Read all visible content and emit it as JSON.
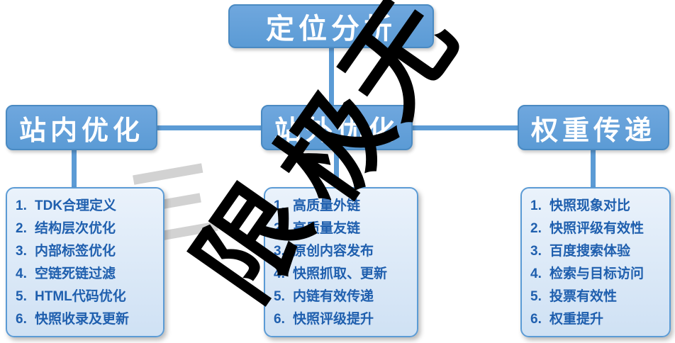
{
  "root": {
    "label": "定位分析"
  },
  "branches": [
    {
      "label": "站内优化",
      "items": [
        {
          "num": "1.",
          "text": "TDK合理定义"
        },
        {
          "num": "2.",
          "text": "结构层次优化"
        },
        {
          "num": "3.",
          "text": "内部标签优化"
        },
        {
          "num": "4.",
          "text": "空链死链过滤"
        },
        {
          "num": "5.",
          "text": "HTML代码优化"
        },
        {
          "num": "6.",
          "text": "快照收录及更新"
        }
      ]
    },
    {
      "label": "站外优化",
      "items": [
        {
          "num": "1.",
          "text": "高质量外链"
        },
        {
          "num": "2.",
          "text": "高质量友链"
        },
        {
          "num": "3.",
          "text": "原创内容发布"
        },
        {
          "num": "4.",
          "text": "快照抓取、更新"
        },
        {
          "num": "5.",
          "text": "内链有效传递"
        },
        {
          "num": "6.",
          "text": "快照评级提升"
        }
      ]
    },
    {
      "label": "权重传递",
      "items": [
        {
          "num": "1.",
          "text": "快照现象对比"
        },
        {
          "num": "2.",
          "text": "快照评级有效性"
        },
        {
          "num": "3.",
          "text": "百度搜索体验"
        },
        {
          "num": "4.",
          "text": "检索与目标访问"
        },
        {
          "num": "5.",
          "text": "投票有效性"
        },
        {
          "num": "6.",
          "text": "权重提升"
        }
      ]
    }
  ],
  "watermark": {
    "chars": [
      "无",
      "极",
      "限"
    ],
    "faint_char": "三",
    "color": "#000000"
  },
  "colors": {
    "node_fill": "#5b9bd5",
    "node_border": "#4a8ac2",
    "panel_fill": "#d9e7f6",
    "panel_border": "#5b9bd5",
    "item_text": "#1f5fae",
    "connector": "#5b9bd5"
  }
}
